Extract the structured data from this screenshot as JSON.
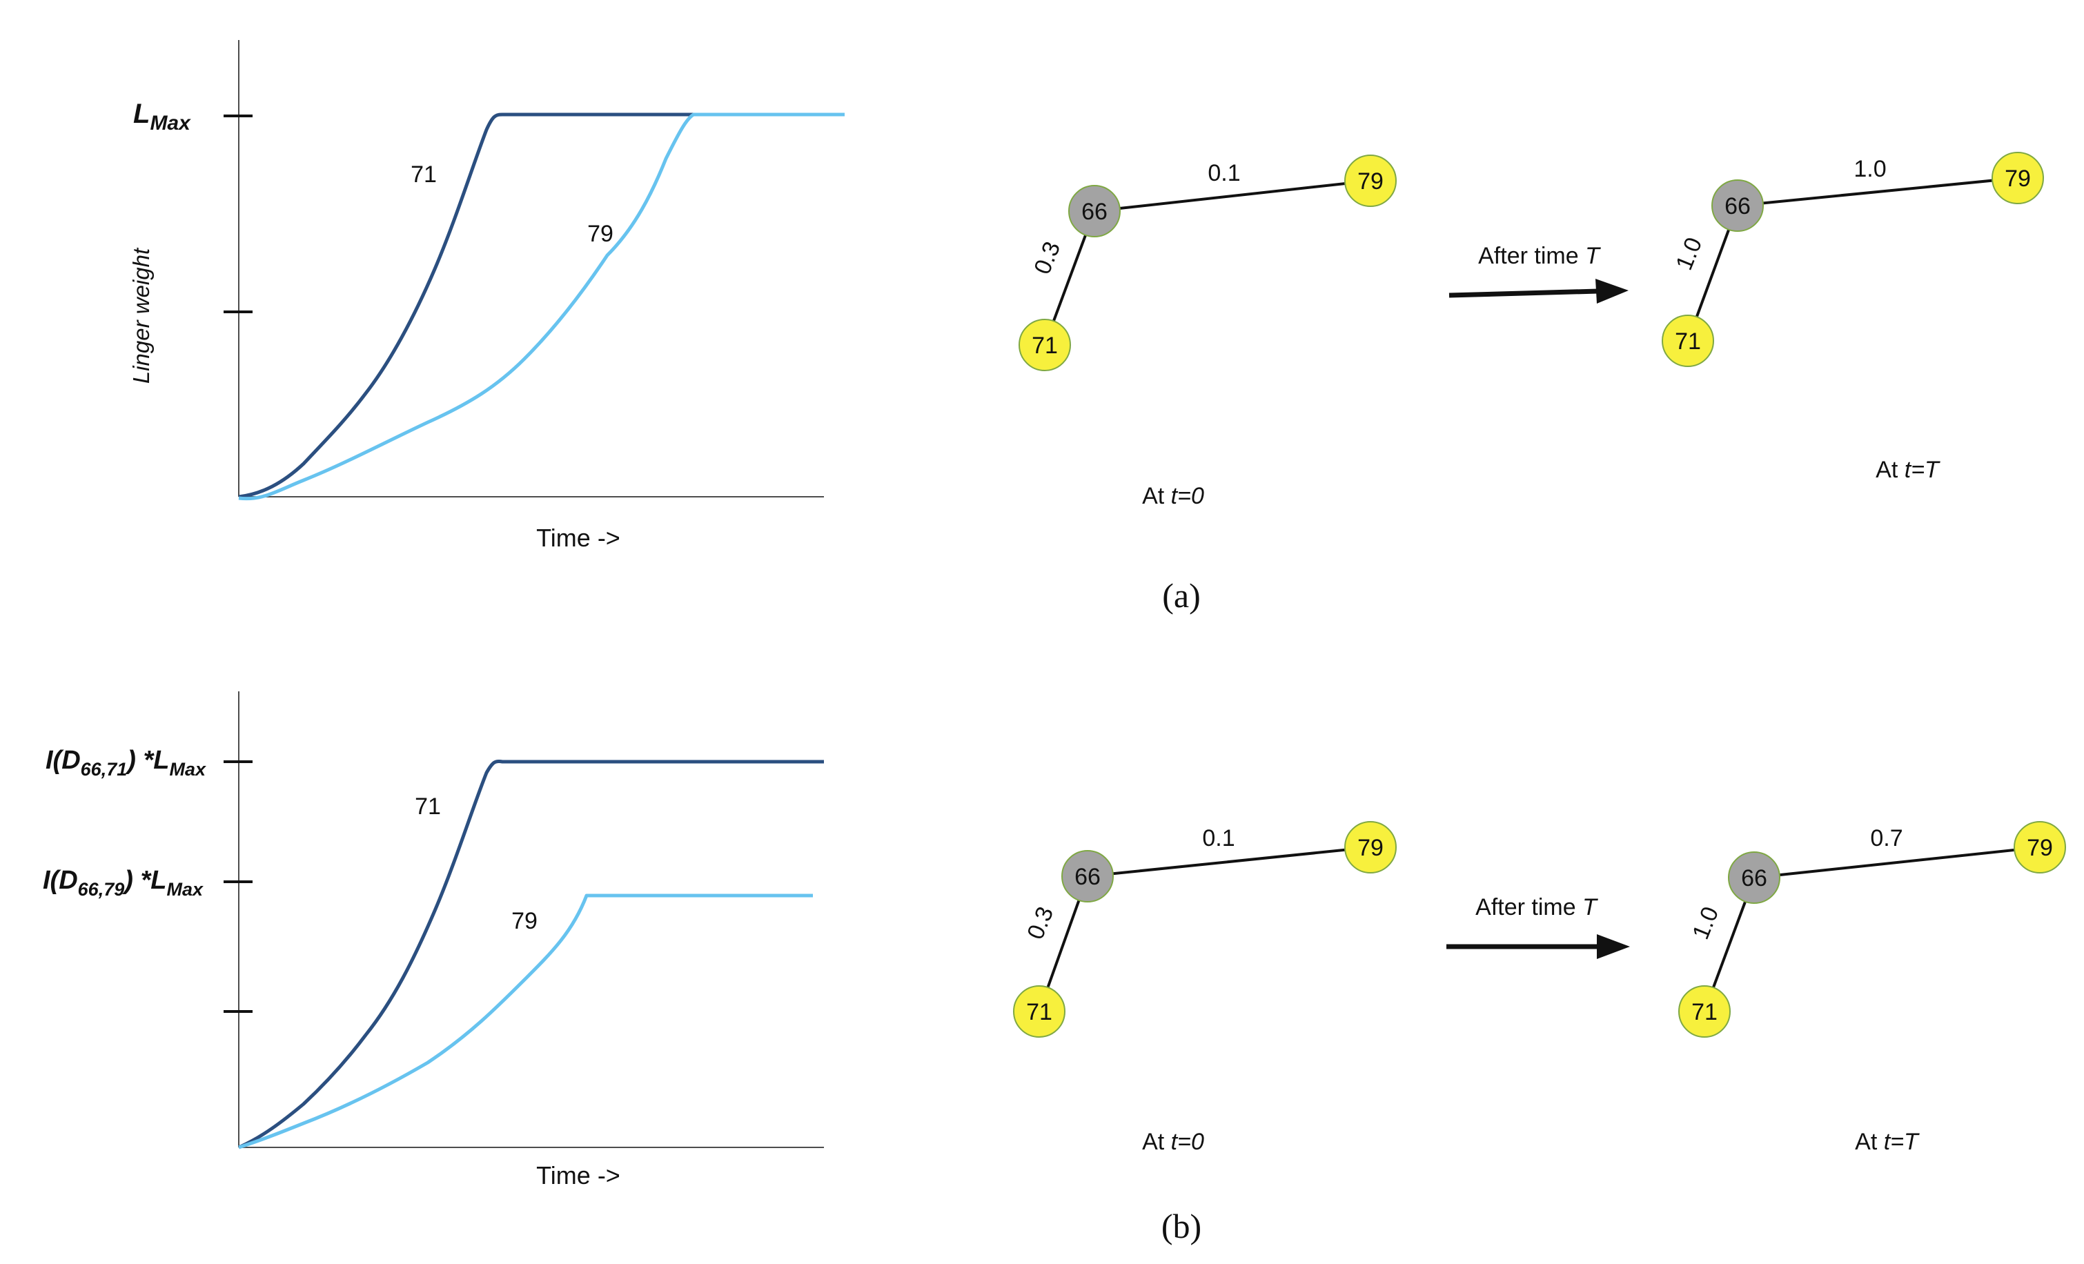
{
  "panel_a": {
    "caption": "(a)",
    "chart": {
      "ylabel": "Linger weight",
      "xlabel": "Time ->",
      "ytick_top_main": "L",
      "ytick_top_sub": "Max",
      "curve_labels": [
        "71",
        "79"
      ]
    },
    "graph_before": {
      "nodes": [
        "66",
        "79",
        "71"
      ],
      "edge_66_79": "0.1",
      "edge_66_71": "0.3",
      "caption_prefix": "At ",
      "caption_var": "t=0"
    },
    "arrow": {
      "label_prefix": "After time ",
      "label_var": "T"
    },
    "graph_after": {
      "nodes": [
        "66",
        "79",
        "71"
      ],
      "edge_66_79": "1.0",
      "edge_66_71": "1.0",
      "caption_prefix": "At ",
      "caption_var": "t=T"
    }
  },
  "panel_b": {
    "caption": "(b)",
    "chart": {
      "xlabel": "Time ->",
      "ytick_71": {
        "pre": "I(D",
        "sub": "66,71",
        "mid": ") *L",
        "sub2": "Max"
      },
      "ytick_79": {
        "pre": "I(D",
        "sub": "66,79",
        "mid": ") *L",
        "sub2": "Max"
      },
      "curve_labels": [
        "71",
        "79"
      ]
    },
    "graph_before": {
      "nodes": [
        "66",
        "79",
        "71"
      ],
      "edge_66_79": "0.1",
      "edge_66_71": "0.3",
      "caption_prefix": "At ",
      "caption_var": "t=0"
    },
    "arrow": {
      "label_prefix": "After time ",
      "label_var": "T"
    },
    "graph_after": {
      "nodes": [
        "66",
        "79",
        "71"
      ],
      "edge_66_79": "0.7",
      "edge_66_71": "1.0",
      "caption_prefix": "At ",
      "caption_var": "t=T"
    }
  },
  "colors": {
    "curve_71": "#2b4f80",
    "curve_79": "#67c3ef",
    "node_hub": "#a3a3a3",
    "node_leaf": "#f7f03d",
    "node_stroke": "#7fa843",
    "axis": "#4d4d4d"
  }
}
